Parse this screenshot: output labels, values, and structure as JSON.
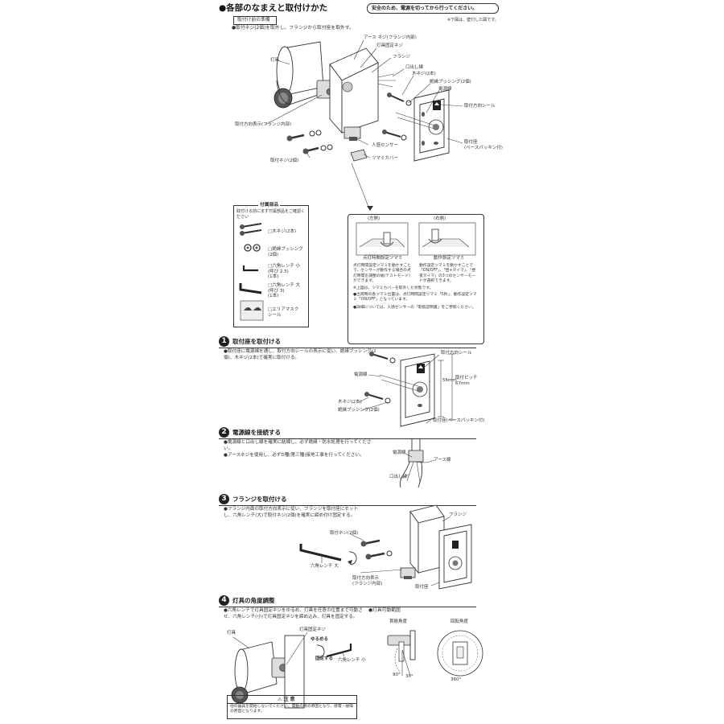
{
  "header": {
    "title": "●各部のなまえと取付けかた",
    "safety_notice": "安全のため、電源を切ってから行ってください。",
    "figure_note": "※下図は、壁付した図です。"
  },
  "preparation": {
    "heading": "取付け前の準備",
    "instruction": "●取付ネジ(2個)を取外し、フランジから取付座を取外す。"
  },
  "parts_labels": {
    "earth_screw": "アース ネジ(フランジ内部)",
    "fixture_lock_screw": "灯具固定ネジ",
    "flange": "フランジ",
    "outlet_hole": "口出し線",
    "wood_screw": "木ネジ(2本)",
    "insulating_bushing": "絶縁ブッシング(2個)",
    "power_wire": "電源線",
    "direction_seal": "取付方向シール",
    "mounting_base": "取付座\n(ベースパッキン付)",
    "fixture": "灯具",
    "direction_mark": "取付方向表示(フランジ内部)",
    "mount_screws": "取付ネジ(2個)",
    "motion_sensor": "人感センサー",
    "knob_cover": "ツマミカバー"
  },
  "accessories": {
    "title": "付属部品",
    "intro": "取付ける前にまず付属部品をご確認ください",
    "items": [
      "□木ネジ(2本)",
      "□絶縁ブッシング\n(2個)",
      "□六角レンチ 小\n(呼び 2.5)\n(1本)",
      "□六角レンチ 大\n(呼び 3)\n(1本)",
      "□エリアマスク\nシール"
    ]
  },
  "sensor_panel": {
    "left_tag": "(左側)",
    "right_tag": "(右側)",
    "left_caption": "点灯時間設定ツマミ",
    "right_caption": "動作設定ツマミ",
    "left_desc": "点灯時間設定ツマミを動かすことで、センサーが動作する場合の点灯時間を調整の幅(テストモード)ができます。",
    "right_desc": "動作設定ツマミを動かすことで「ON/OFF」、「昼+タイマ」、「昼夜タイマ」の3つのセンサーモードが選択できます。",
    "note_top": "※上図は、ツマミカバーを取外した状態です。",
    "notes": [
      "●出荷時の各ツマミ位置は、点灯時間設定ツマミ「5秒」、動作設定ツマミ「ON/OFF」となっています。",
      "●詳細については、人感センサーの「取扱説明書」をご参照ください。"
    ]
  },
  "steps": [
    {
      "num": "1",
      "title": "取付座を取付ける",
      "text": "●取付座に電源線を通し、取付方向シールの表示に従い、絶縁ブッシング(2個)、木ネジ(2本)で確実に取付ける。",
      "labels": {
        "direction_seal": "取付方向シール",
        "power_wire": "電源線",
        "dim_56": "56mm",
        "pitch": "取付ピッチ\n67mm",
        "wood_screw": "木ネジ(2本)",
        "bushing": "絶縁ブッシング(2個)",
        "base": "取付座(ベースパッキン付)"
      }
    },
    {
      "num": "2",
      "title": "電源線を接続する",
      "texts": [
        "●電源線と口出し線を確実に結線し、必ず絶縁・防水処理を行ってください。",
        "●アースネジを使用し、必ずD種(第三種)接地工事を行ってください。"
      ],
      "labels": {
        "power_wire": "電源線",
        "earth_wire": "アース線",
        "outlet_wire": "口出し線"
      }
    },
    {
      "num": "3",
      "title": "フランジを取付ける",
      "text": "●フランジ内面の取付方向表示に従い、フランジを取付座にセットし、六角レンチ(大)で取付ネジ(2個)を確実に締め付け固定する。",
      "labels": {
        "flange": "フランジ",
        "mount_screws": "取付ネジ(2個)",
        "hex_wrench": "六角レンチ 大",
        "direction_mark": "取付方向表示\n(フランジ内部)",
        "base": "取付座"
      }
    },
    {
      "num": "4",
      "title": "灯具の角度調整",
      "text": "●六角レンチで灯具固定ネジをゆるめ、灯具を任意の位置まで可動させ、六角レンチ(小)で灯具固定ネジを締め込み、灯具を固定する。",
      "labels": {
        "fixture": "灯具",
        "lock_screw": "灯具固定ネジ",
        "loosen": "ゆるめる",
        "fix": "固定する",
        "small_wrench": "六角レンチ 小",
        "range_title": "●灯具可動範囲",
        "tilt": "首振角度",
        "rotate": "回転角度",
        "a90": "90°",
        "a30": "30°",
        "a360": "360°"
      }
    }
  ],
  "caution": {
    "title": "⚠ 注 意",
    "text": "他の器具を開始しないでください。開動の際の原因となり、感電・故障の原因となります。"
  }
}
